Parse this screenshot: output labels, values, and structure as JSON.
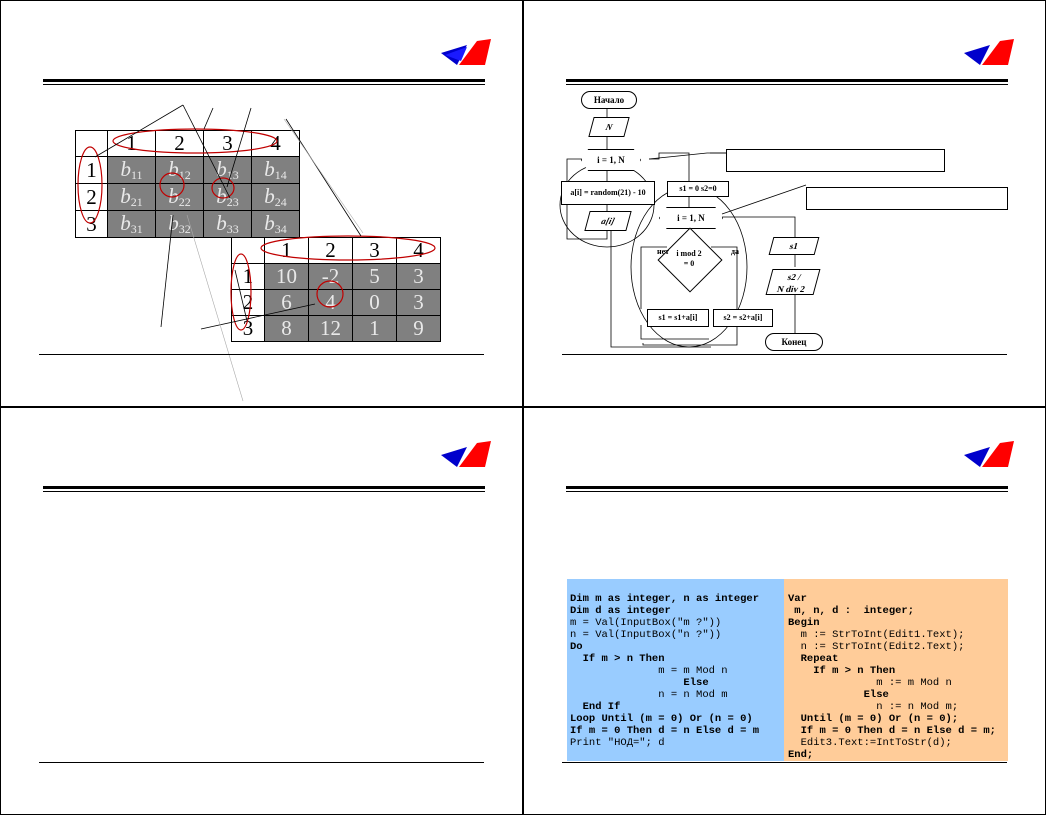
{
  "slide1": {
    "table1": {
      "col_headers": [
        "1",
        "2",
        "3",
        "4"
      ],
      "rows": [
        {
          "label": "1",
          "cells": [
            [
              "b",
              "11"
            ],
            [
              "b",
              "12"
            ],
            [
              "b",
              "13"
            ],
            [
              "b",
              "14"
            ]
          ]
        },
        {
          "label": "2",
          "cells": [
            [
              "b",
              "21"
            ],
            [
              "b",
              "22"
            ],
            [
              "b",
              "23"
            ],
            [
              "b",
              "24"
            ]
          ]
        },
        {
          "label": "3",
          "cells": [
            [
              "b",
              "31"
            ],
            [
              "b",
              "32"
            ],
            [
              "b",
              "33"
            ],
            [
              "b",
              "34"
            ]
          ]
        }
      ]
    },
    "table2": {
      "col_headers": [
        "1",
        "2",
        "3",
        "4"
      ],
      "rows": [
        {
          "label": "1",
          "cells": [
            "10",
            "-2",
            "5",
            "3"
          ]
        },
        {
          "label": "2",
          "cells": [
            "6",
            "4",
            "0",
            "3"
          ]
        },
        {
          "label": "3",
          "cells": [
            "8",
            "12",
            "1",
            "9"
          ]
        }
      ]
    }
  },
  "slide2": {
    "flowchart": {
      "start": "Начало",
      "input_n": "N",
      "loop1": "i = 1, N",
      "assign_random": "a[i] = random(21) - 10",
      "output_ai": "a[i]",
      "init_sums": "s1 = 0  s2=0",
      "loop2": "i = 1, N",
      "condition": "i mod 2\n= 0",
      "no_label": "нет",
      "yes_label": "да",
      "s1_add": "s1 = s1+a[i]",
      "s2_add": "s2 = s2+a[i]",
      "out_s1": "s1",
      "out_s2": "s2 /\nN div 2",
      "end": "Конец"
    }
  },
  "slide4": {
    "code_vb": [
      "Dim m as integer, n as integer",
      "Dim d as integer",
      "m = Val(InputBox(\"m ?\"))",
      "n = Val(InputBox(\"n ?\"))",
      "Do",
      "  If m > n Then",
      "              m = m Mod n",
      "                  Else",
      "              n = n Mod m",
      "  End If",
      "Loop Until (m = 0) Or (n = 0)",
      "If m = 0 Then d = n Else d = m",
      "Print \"НОД=\"; d"
    ],
    "code_pascal": [
      "Var",
      " m, n, d :  integer;",
      "Begin",
      "  m := StrToInt(Edit1.Text);",
      "  n := StrToInt(Edit2.Text);",
      "  Repeat",
      "    If m > n Then",
      "              m := m Mod n",
      "            Else",
      "              n := n Mod m;",
      "  Until (m = 0) Or (n = 0);",
      "  If m = 0 Then d = n Else d = m;",
      "  Edit3.Text:=IntToStr(d);",
      "End;"
    ],
    "colors": {
      "vb_bg": "#99ccff",
      "pascal_bg": "#ffcc99"
    }
  },
  "colors": {
    "logo_red": "#ff0000",
    "logo_blue": "#0000cc",
    "cell_gray": "#808080"
  }
}
